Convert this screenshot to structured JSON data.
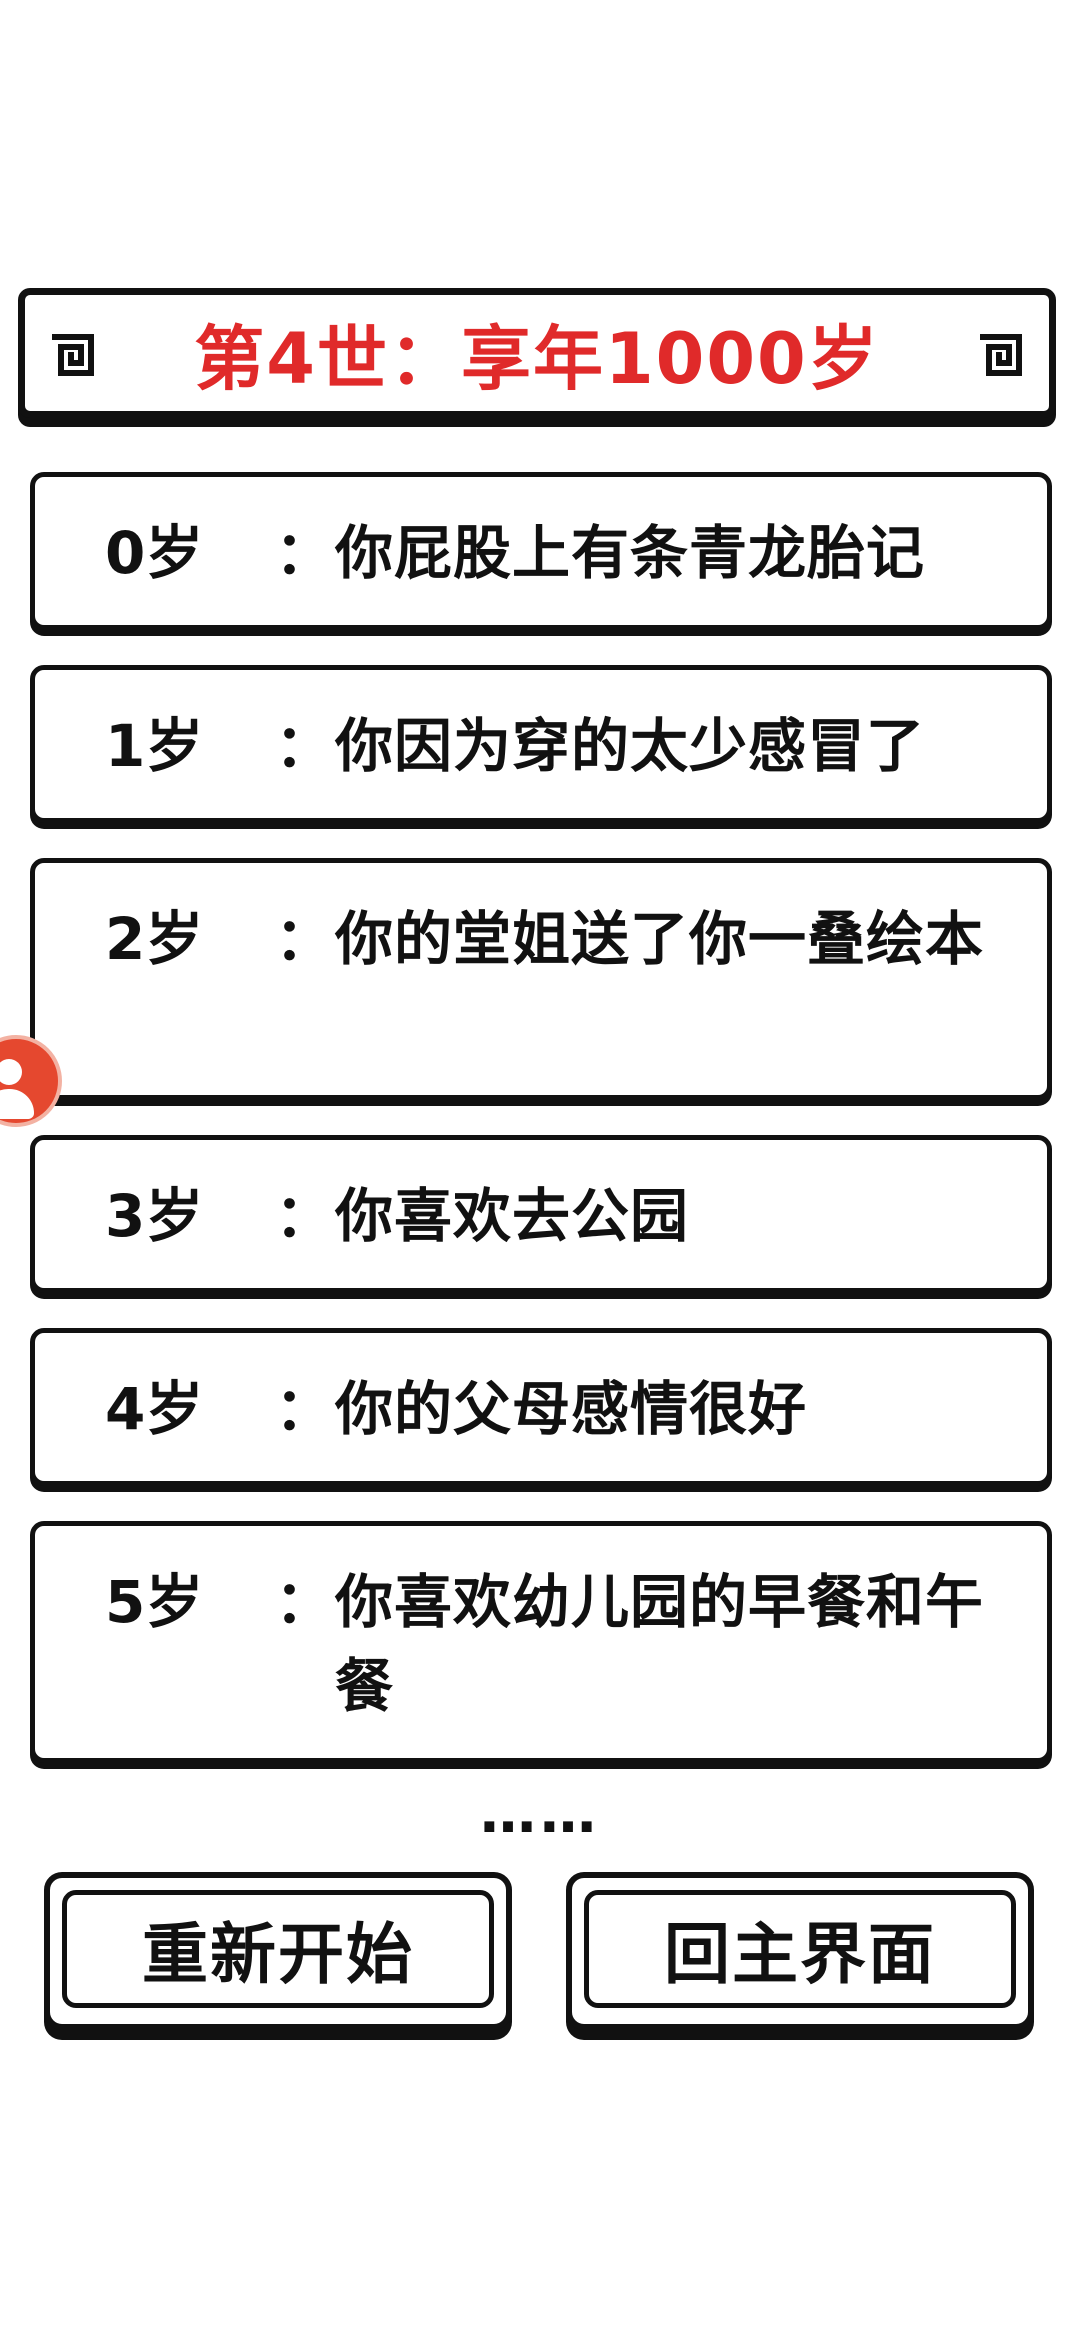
{
  "title": {
    "text": "第4世：享年1000岁",
    "color": "#e02a2a"
  },
  "entries": [
    {
      "age": "0岁",
      "colon": "：",
      "event": "你屁股上有条青龙胎记"
    },
    {
      "age": "1岁",
      "colon": "：",
      "event": "你因为穿的太少感冒了"
    },
    {
      "age": "2岁",
      "colon": "：",
      "event": "你的堂姐送了你一叠绘本"
    },
    {
      "age": "3岁",
      "colon": "：",
      "event": "你喜欢去公园"
    },
    {
      "age": "4岁",
      "colon": "：",
      "event": "你的父母感情很好"
    },
    {
      "age": "5岁",
      "colon": "：",
      "event": "你喜欢幼儿园的早餐和午餐"
    }
  ],
  "ellipsis": "……",
  "buttons": {
    "restart_label": "重新开始",
    "home_label": "回主界面"
  },
  "icons": {
    "title_left": "spiral-ornament-icon",
    "title_right": "spiral-ornament-icon",
    "side_float": "user-avatar-icon"
  },
  "colors": {
    "accent_red": "#e02a2a",
    "avatar_red": "#e5482f",
    "outline": "#111111"
  }
}
